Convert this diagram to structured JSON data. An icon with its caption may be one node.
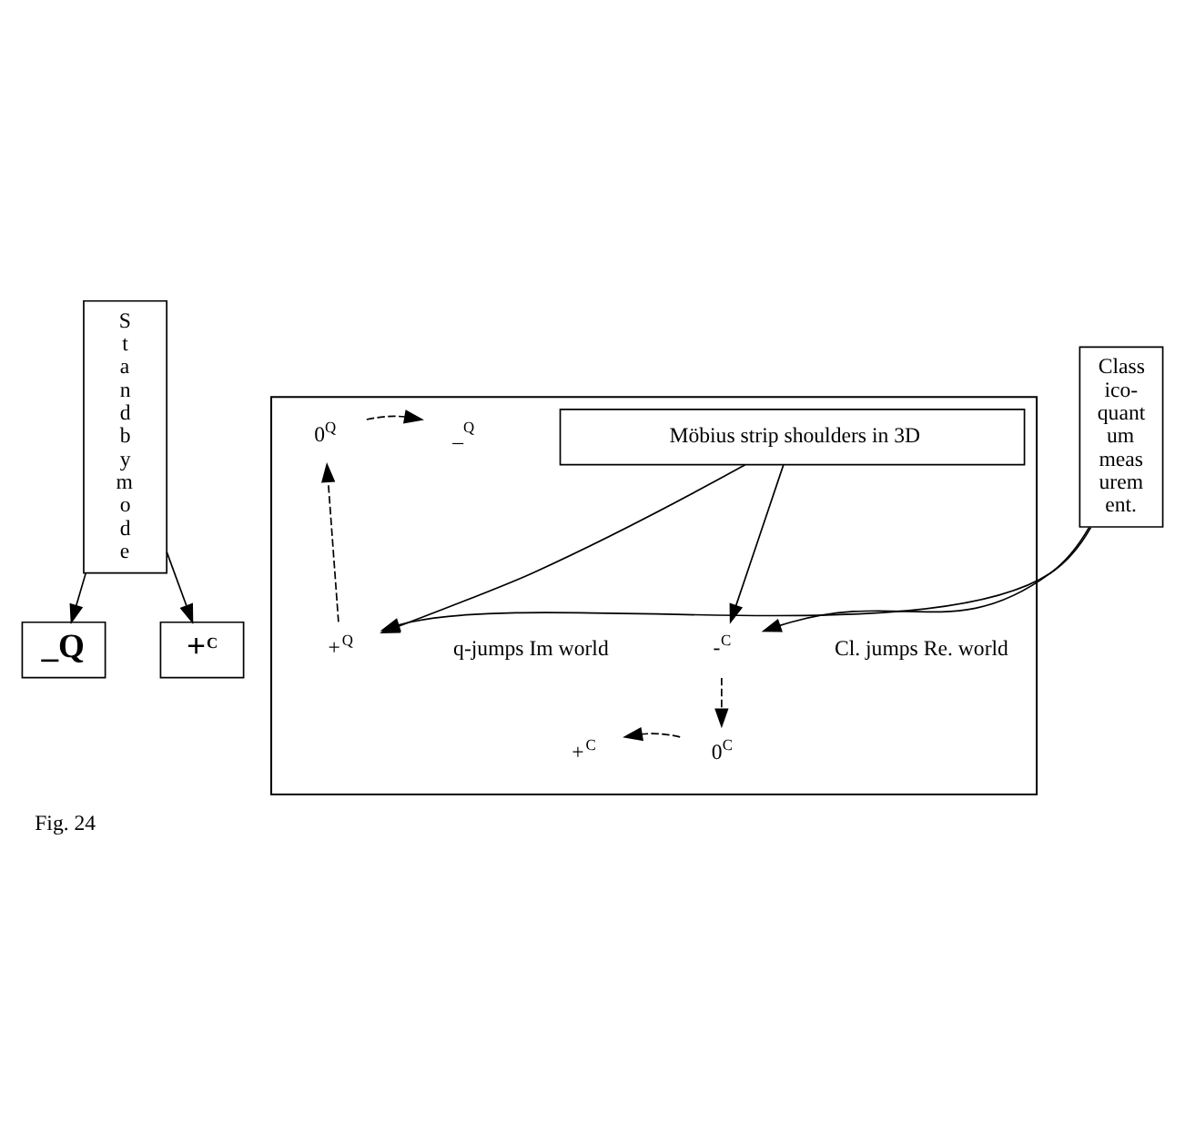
{
  "diagram": {
    "caption": "Fig. 24",
    "nodes": [
      {
        "text": [
          "_Q"
        ]
      },
      {
        "text": [],
        "shape": "box"
      },
      {
        "text": [
          "_$^{Q}$"
        ],
        "in": 1
      },
      {
        "text": [
          "0$^{Q}$"
        ],
        "in": 1
      },
      {
        "text": [
          "Class ico- quant um meas urem ent."
        ]
      },
      {
        "text": [
          "+$^{Q}$"
        ],
        "in": 1
      },
      {
        "text": [
          "Möbius strip shoulders in 3D"
        ],
        "in": 1
      },
      {
        "text": [
          "-$^{C}$"
        ],
        "in": 1
      },
      {
        "text": [
          "+$^{C}$"
        ],
        "in": 1
      },
      {
        "text": [
          "0$^{C}$"
        ],
        "in": 1
      },
      {
        "text": [
          "S t a n d b y m o d e"
        ]
      },
      {
        "text": [
          "+$^{C}$"
        ]
      }
    ],
    "edges": [
      {
        "from": 10,
        "to": 0,
        "arrow": "to"
      },
      {
        "from": 3,
        "to": 2,
        "arrow": "to",
        "style": "dashed"
      },
      {
        "from": 4,
        "to": 5,
        "arrow": "to"
      },
      {
        "from": 5,
        "to": 3,
        "arrow": "to",
        "style": "dashed"
      },
      {
        "from": 6,
        "to": 5,
        "arrow": "to"
      },
      {
        "from": 6,
        "to": 7,
        "arrow": "to"
      },
      {
        "from": 4,
        "to": 7,
        "arrow": "to"
      },
      {
        "from": 7,
        "to": 9,
        "arrow": "to",
        "style": "dashed"
      },
      {
        "from": 9,
        "to": 8,
        "arrow": "to",
        "style": "dashed"
      },
      {
        "from": 10,
        "to": 11,
        "arrow": "to"
      }
    ],
    "labels": [
      "q-jumps Im world",
      "Cl. jumps Re. world"
    ]
  }
}
